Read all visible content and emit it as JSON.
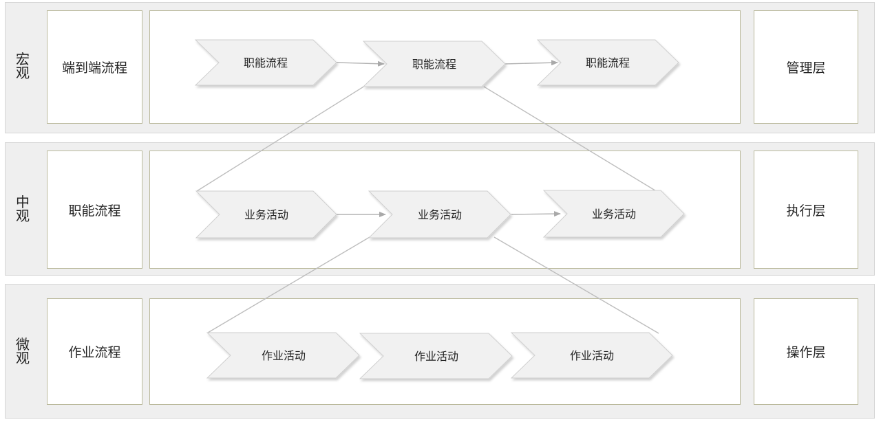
{
  "layers": [
    {
      "scale_chars": [
        "宏",
        "观"
      ],
      "left_label": "端到端流程",
      "right_label": "管理层",
      "items": [
        "职能流程",
        "职能流程",
        "职能流程"
      ]
    },
    {
      "scale_chars": [
        "中",
        "观"
      ],
      "left_label": "职能流程",
      "right_label": "执行层",
      "items": [
        "业务活动",
        "业务活动",
        "业务活动"
      ]
    },
    {
      "scale_chars": [
        "微",
        "观"
      ],
      "left_label": "作业流程",
      "right_label": "操作层",
      "items": [
        "作业活动",
        "作业活动",
        "作业活动"
      ]
    }
  ],
  "colors": {
    "band_bg": "#efefef",
    "box_border": "#b9b89a",
    "chevron_fill": "#f1f1f1",
    "chevron_stroke": "#cfcfcf",
    "connector": "#bdbdbd"
  }
}
